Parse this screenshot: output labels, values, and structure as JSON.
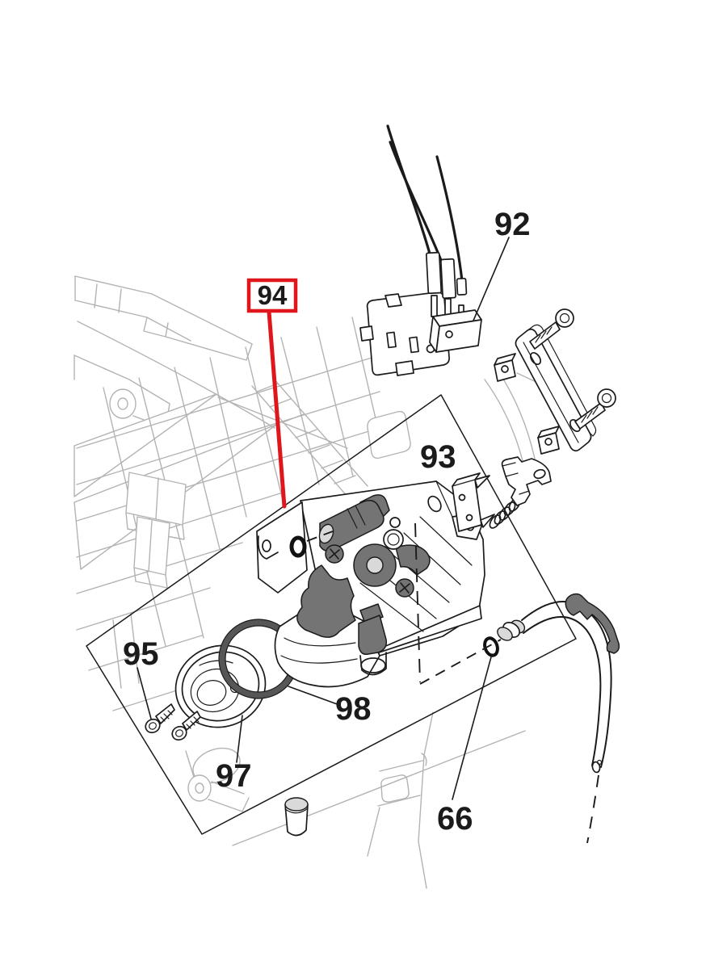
{
  "image_type": "exploded-parts-diagram",
  "colors": {
    "background": "#ffffff",
    "outline_black": "#1b1b1b",
    "chassis_gray": "#b3b3b3",
    "part_gray": "#747474",
    "part_light": "#d9d9d9",
    "highlight_red": "#e0161d"
  },
  "callouts": [
    {
      "label": "94",
      "highlighted": true
    },
    {
      "label": "92",
      "highlighted": false
    },
    {
      "label": "93",
      "highlighted": false
    },
    {
      "label": "95",
      "highlighted": false
    },
    {
      "label": "97",
      "highlighted": false
    },
    {
      "label": "98",
      "highlighted": false
    },
    {
      "label": "66",
      "highlighted": false
    }
  ]
}
